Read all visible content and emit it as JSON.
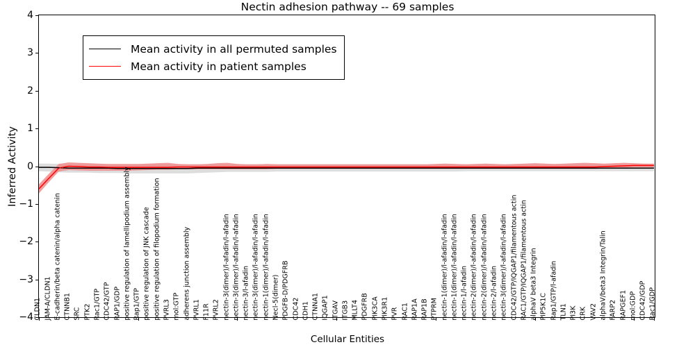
{
  "chart_data": {
    "type": "line",
    "title": "Nectin adhesion pathway -- 69 samples",
    "xlabel": "Cellular Entities",
    "ylabel": "Inferred Activity",
    "ylim": [
      -4,
      4
    ],
    "yticks": [
      -4,
      -3,
      -2,
      -1,
      0,
      1,
      2,
      3,
      4
    ],
    "ytick_labels": [
      "−4",
      "−3",
      "−2",
      "−1",
      "0",
      "1",
      "2",
      "3",
      "4"
    ],
    "grid": false,
    "legend_position": "upper left",
    "legend": [
      {
        "name": "Mean activity in all permuted samples",
        "color": "#000000"
      },
      {
        "name": "Mean activity in patient samples",
        "color": "#ff0000"
      }
    ],
    "categories": [
      "CLDN1",
      "JAM-A/CLDN1",
      "E-cadherin/beta catenin/alpha catenin",
      "CTNNB1",
      "SRC",
      "PTK2",
      "Rac1/GTP",
      "CDC42/GTP",
      "RAP1/GDP",
      "positive regulation of lamellipodium assembly",
      "Rap1/GTP",
      "positive regulation of JNK cascade",
      "positive regulation of filopodium formation",
      "PVRL3",
      "mol:GTP",
      "adherens junction assembly",
      "PVRL1",
      "F11R",
      "PVRL2",
      "nectin-3(dimer)/l-afadin/l-afadin",
      "nectin-3(dimer)/l-afadin/l-afadin",
      "nectin-3/l-afadin",
      "nectin-3(dimer)/l-afadin/l-afadin",
      "nectin-1(dimer)/l-afadin/l-afadin",
      "Necl-5(dimer)",
      "PDGFB-D/PDGFRB",
      "CDC42",
      "CDH1",
      "CTNNA1",
      "IQGAP1",
      "ITGAV",
      "ITGB3",
      "MLLT4",
      "PDGFRB",
      "PIK3CA",
      "PIK3R1",
      "PVR",
      "RAC1",
      "RAP1A",
      "RAP1B",
      "PTPRM",
      "nectin-1(dimer)/l-afadin/l-afadin",
      "nectin-1(dimer)/l-afadin/l-afadin",
      "nectin-1/l-afadin",
      "nectin-2(dimer)/l-afadin/l-afadin",
      "nectin-2(dimer)/l-afadin/l-afadin",
      "nectin-2/l-afadin",
      "nectin-3(dimer)/l-afadin/l-afadin",
      "CDC42/GTP/IQGAP1/filamentous actin",
      "RAC1/GTP/IQGAP1/filamentous actin",
      "alphaV beta3 Integrin",
      "PIP5K1C",
      "Rap1/GTP/l-afadin",
      "TLN1",
      "PI3K",
      "CRK",
      "VAV2",
      "alphaV/beta3 Integrin/Talin",
      "FARP2",
      "RAPGEF1",
      "mol:GDP",
      "CDC42/GDP",
      "Rac1/GDP"
    ],
    "annotations": [
      {
        "text": "Necl-5(dimer)",
        "near": "nectin-1(dimer)/l-afadin/l-afadin"
      }
    ],
    "series": [
      {
        "name": "Mean activity in all permuted samples",
        "color": "#000000",
        "band_color": "#d9d9d9",
        "values": [
          -0.03,
          -0.03,
          -0.04,
          -0.05,
          -0.05,
          -0.05,
          -0.05,
          -0.05,
          -0.06,
          -0.06,
          -0.06,
          -0.06,
          -0.06,
          -0.06,
          -0.06,
          -0.06,
          -0.05,
          -0.05,
          -0.05,
          -0.05,
          -0.05,
          -0.05,
          -0.05,
          -0.05,
          -0.05,
          -0.05,
          -0.05,
          -0.05,
          -0.05,
          -0.05,
          -0.05,
          -0.05,
          -0.05,
          -0.05,
          -0.05,
          -0.05,
          -0.05,
          -0.05,
          -0.05,
          -0.05,
          -0.05,
          -0.05,
          -0.05,
          -0.05,
          -0.05,
          -0.05,
          -0.05,
          -0.05,
          -0.05,
          -0.05,
          -0.05,
          -0.05,
          -0.05,
          -0.05,
          -0.05,
          -0.05,
          -0.05,
          -0.05,
          -0.05,
          -0.05,
          -0.05,
          -0.05,
          -0.05
        ],
        "band_lower": [
          -0.13,
          -0.14,
          -0.16,
          -0.17,
          -0.17,
          -0.17,
          -0.18,
          -0.18,
          -0.18,
          -0.19,
          -0.19,
          -0.19,
          -0.19,
          -0.19,
          -0.19,
          -0.19,
          -0.18,
          -0.17,
          -0.16,
          -0.15,
          -0.15,
          -0.15,
          -0.15,
          -0.15,
          -0.14,
          -0.14,
          -0.14,
          -0.14,
          -0.14,
          -0.14,
          -0.14,
          -0.14,
          -0.14,
          -0.14,
          -0.14,
          -0.14,
          -0.14,
          -0.14,
          -0.14,
          -0.14,
          -0.14,
          -0.14,
          -0.14,
          -0.13,
          -0.13,
          -0.13,
          -0.13,
          -0.13,
          -0.13,
          -0.13,
          -0.13,
          -0.13,
          -0.13,
          -0.13,
          -0.13,
          -0.13,
          -0.13,
          -0.13,
          -0.13,
          -0.13,
          -0.13,
          -0.13,
          -0.13
        ],
        "band_upper": [
          0.07,
          0.07,
          0.06,
          0.05,
          0.05,
          0.05,
          0.05,
          0.05,
          0.05,
          0.05,
          0.05,
          0.05,
          0.05,
          0.05,
          0.05,
          0.05,
          0.05,
          0.05,
          0.05,
          0.05,
          0.05,
          0.05,
          0.05,
          0.05,
          0.05,
          0.05,
          0.05,
          0.05,
          0.05,
          0.05,
          0.05,
          0.05,
          0.05,
          0.05,
          0.05,
          0.05,
          0.05,
          0.05,
          0.05,
          0.05,
          0.05,
          0.05,
          0.05,
          0.05,
          0.05,
          0.05,
          0.05,
          0.05,
          0.05,
          0.05,
          0.05,
          0.05,
          0.05,
          0.05,
          0.05,
          0.05,
          0.05,
          0.05,
          0.05,
          0.05,
          0.05,
          0.05,
          0.05
        ]
      },
      {
        "name": "Mean activity in patient samples",
        "color": "#ff0000",
        "band_color": "#f08c8c",
        "values": [
          -0.6,
          -0.32,
          -0.05,
          0.0,
          -0.01,
          -0.02,
          -0.02,
          -0.03,
          -0.03,
          -0.03,
          -0.03,
          -0.03,
          -0.03,
          -0.03,
          -0.02,
          -0.02,
          -0.02,
          -0.02,
          -0.02,
          -0.02,
          -0.02,
          -0.02,
          -0.02,
          -0.02,
          -0.02,
          -0.02,
          -0.02,
          -0.02,
          -0.02,
          -0.02,
          -0.02,
          -0.02,
          -0.02,
          -0.02,
          -0.02,
          -0.02,
          -0.02,
          -0.02,
          -0.02,
          -0.02,
          -0.02,
          -0.02,
          -0.02,
          -0.02,
          -0.02,
          -0.02,
          -0.02,
          -0.02,
          -0.02,
          -0.02,
          -0.02,
          -0.02,
          -0.02,
          -0.02,
          -0.02,
          -0.02,
          -0.02,
          -0.01,
          0.0,
          0.01,
          0.02,
          0.02,
          0.02
        ],
        "band_lower": [
          -0.72,
          -0.42,
          -0.14,
          -0.1,
          -0.11,
          -0.12,
          -0.12,
          -0.12,
          -0.12,
          -0.12,
          -0.11,
          -0.1,
          -0.09,
          -0.09,
          -0.08,
          -0.08,
          -0.08,
          -0.08,
          -0.08,
          -0.08,
          -0.08,
          -0.08,
          -0.08,
          -0.08,
          -0.07,
          -0.07,
          -0.07,
          -0.07,
          -0.07,
          -0.07,
          -0.07,
          -0.07,
          -0.07,
          -0.07,
          -0.07,
          -0.07,
          -0.07,
          -0.07,
          -0.07,
          -0.07,
          -0.07,
          -0.07,
          -0.07,
          -0.07,
          -0.07,
          -0.07,
          -0.07,
          -0.07,
          -0.07,
          -0.07,
          -0.07,
          -0.07,
          -0.07,
          -0.07,
          -0.07,
          -0.07,
          -0.07,
          -0.06,
          -0.05,
          -0.04,
          -0.03,
          -0.03,
          -0.03
        ],
        "band_upper": [
          -0.48,
          -0.2,
          0.06,
          0.1,
          0.09,
          0.08,
          0.07,
          0.06,
          0.06,
          0.06,
          0.06,
          0.07,
          0.08,
          0.09,
          0.06,
          0.05,
          0.05,
          0.06,
          0.08,
          0.09,
          0.06,
          0.05,
          0.05,
          0.06,
          0.05,
          0.05,
          0.05,
          0.05,
          0.05,
          0.05,
          0.05,
          0.05,
          0.05,
          0.05,
          0.05,
          0.05,
          0.05,
          0.05,
          0.05,
          0.05,
          0.06,
          0.07,
          0.06,
          0.05,
          0.06,
          0.07,
          0.06,
          0.05,
          0.06,
          0.07,
          0.08,
          0.07,
          0.06,
          0.07,
          0.08,
          0.09,
          0.08,
          0.07,
          0.08,
          0.09,
          0.08,
          0.07,
          0.07
        ]
      }
    ]
  }
}
